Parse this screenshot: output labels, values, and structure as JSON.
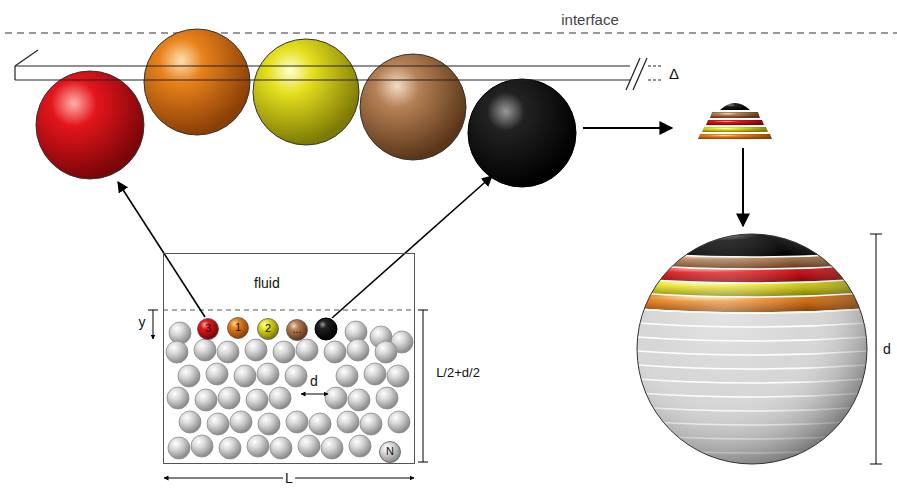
{
  "diagram": {
    "nodes": [
      {
        "text": [
          "fluid"
        ]
      },
      {
        "text": [
          "3"
        ],
        "in": 0
      },
      {
        "text": [
          "1"
        ],
        "in": 0
      },
      {
        "text": [
          "2"
        ],
        "in": 0
      },
      {
        "text": [
          "..."
        ],
        "in": 0
      },
      {
        "text": [
          "N"
        ],
        "in": 0
      }
    ],
    "labels": [
      "interface",
      "Δ",
      "y",
      "d",
      "L/2+d/2",
      "L",
      "d"
    ]
  }
}
